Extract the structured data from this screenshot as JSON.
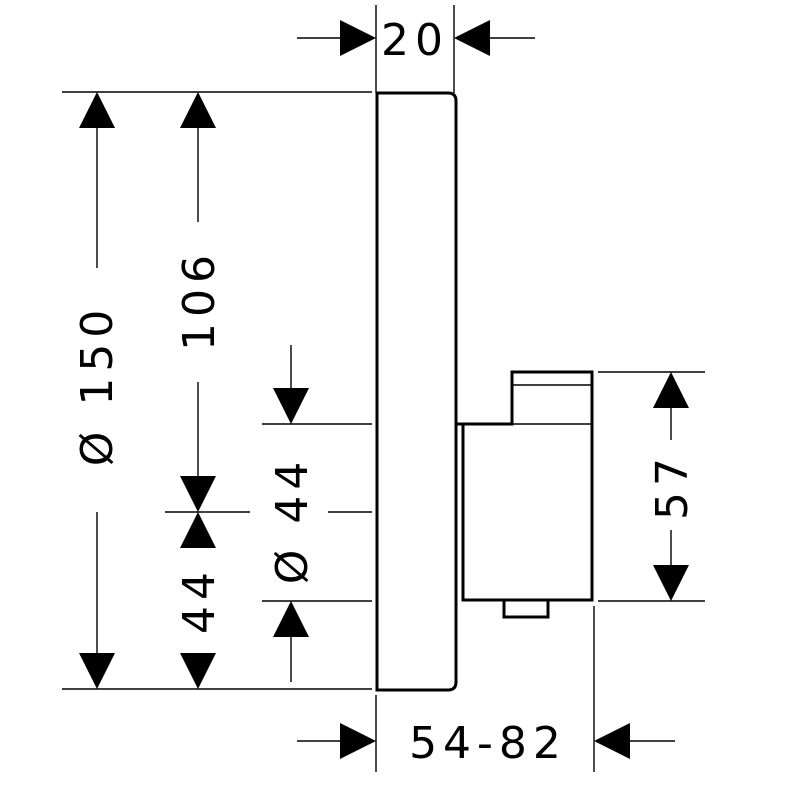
{
  "dimensions": {
    "top_width": "20",
    "overall_diameter": "Ø 150",
    "inner_height": "106",
    "offset_lower": "44",
    "inner_diameter": "Ø 44",
    "right_height": "57",
    "depth_range": "54-82"
  },
  "colors": {
    "ink": "#000000",
    "background": "#ffffff"
  }
}
